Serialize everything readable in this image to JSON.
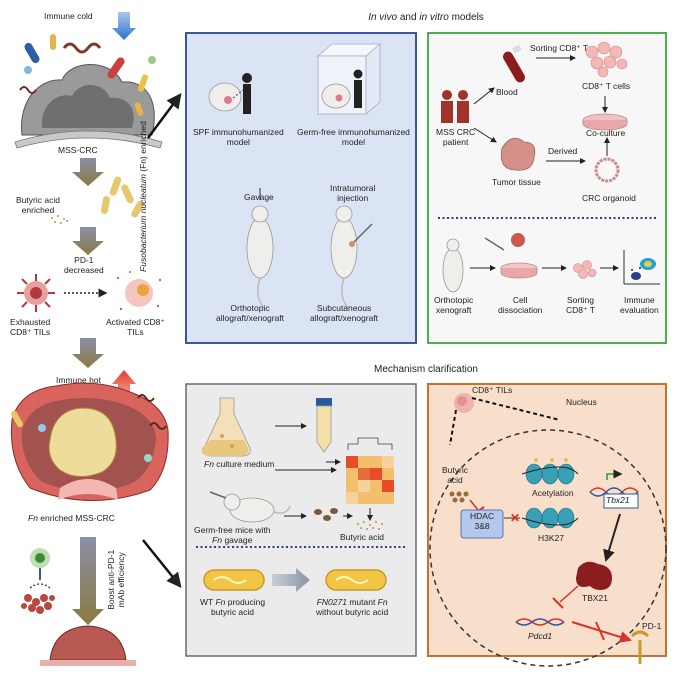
{
  "headers": {
    "models_italic_a": "In vivo",
    "models_mid": " and ",
    "models_italic_b": "in vitro",
    "models_tail": " models",
    "mechanism": "Mechanism clarification"
  },
  "left": {
    "immune_cold": "Immune cold",
    "mss_crc": "MSS-CRC",
    "fn_enriched_italic": "Fusobacterium nucleatum",
    "fn_enriched_tail": "(Fn) enriched",
    "butyric_enriched_1": "Butyric acid",
    "butyric_enriched_2": "enriched",
    "pd1_decreased_1": "PD-1",
    "pd1_decreased_2": "decreased",
    "exhausted_1": "Exhausted",
    "exhausted_2": "CD8⁺ TILs",
    "activated_1": "Activated CD8⁺",
    "activated_2": "TILs",
    "immune_hot": "Immune hot",
    "fn_mss_crc_italic": "Fn",
    "fn_mss_crc_tail": " enriched MSS-CRC",
    "boost_1": "Boost anti-PD-1",
    "boost_2": "mAb efficiency"
  },
  "models_panel": {
    "spf_1": "SPF immunohumanized",
    "spf_2": "model",
    "gf_1": "Germ-free immunohumanized",
    "gf_2": "model",
    "gavage": "Gavage",
    "intratumoral_1": "Intratumoral",
    "intratumoral_2": "injection",
    "orthotopic_1": "Orthotopic",
    "orthotopic_2": "allograft/xenograft",
    "subcutaneous_1": "Subcutaneous",
    "subcutaneous_2": "allograft/xenograft"
  },
  "invitro_panel": {
    "sorting_cd8": "Sorting  CD8⁺ T",
    "blood": "Blood",
    "cd8_cells": "CD8⁺ T cells",
    "patient_1": "MSS CRC",
    "patient_2": "patient",
    "co_culture": "Co-culture",
    "derived": "Derived",
    "tumor_tissue": "Tumor tissue",
    "organoid": "CRC organoid",
    "ortho_1": "Orthotopic",
    "ortho_2": "xenograft",
    "dissoc_1": "Cell",
    "dissoc_2": "dissociation",
    "sort_1": "Sorting",
    "sort_2": "CD8⁺ T",
    "immune_1": "Immune",
    "immune_2": "evaluation"
  },
  "mech_left": {
    "fn_culture_italic": "Fn",
    "fn_culture_tail": " culture medium",
    "gf_mice_1": "Germ-free mice with",
    "gf_mice_2_italic": "Fn",
    "gf_mice_2_tail": " gavage",
    "butyric": "Butyric acid",
    "wt_1_a": "WT ",
    "wt_1_italic": "Fn",
    "wt_1_b": " producing",
    "wt_2": "butyric acid",
    "mut_1_italic": "FN0271",
    "mut_1_b": " mutant ",
    "mut_1_italic2": "Fn",
    "mut_2": "without butyric acid"
  },
  "mech_right": {
    "cd8_tils": "CD8⁺ TILs",
    "nucleus": "Nucleus",
    "butyric_1": "Butyric",
    "butyric_2": "acid",
    "acetylation": "Acetylation",
    "tbx21_gene": "Tbx21",
    "hdac_1": "HDAC",
    "hdac_2": "3&8",
    "h3k27": "H3K27",
    "tbx21_protein": "TBX21",
    "pdcd1": "Pdcd1",
    "pd1": "PD-1"
  },
  "colors": {
    "blue_panel_border": "#3a56a0",
    "blue_panel_fill": "#dbe4f4",
    "green_panel_border": "#4caf50",
    "gray_panel_fill": "#ebebeb",
    "orange_panel_border": "#c8702e",
    "orange_panel_fill": "#f8dfcc"
  }
}
